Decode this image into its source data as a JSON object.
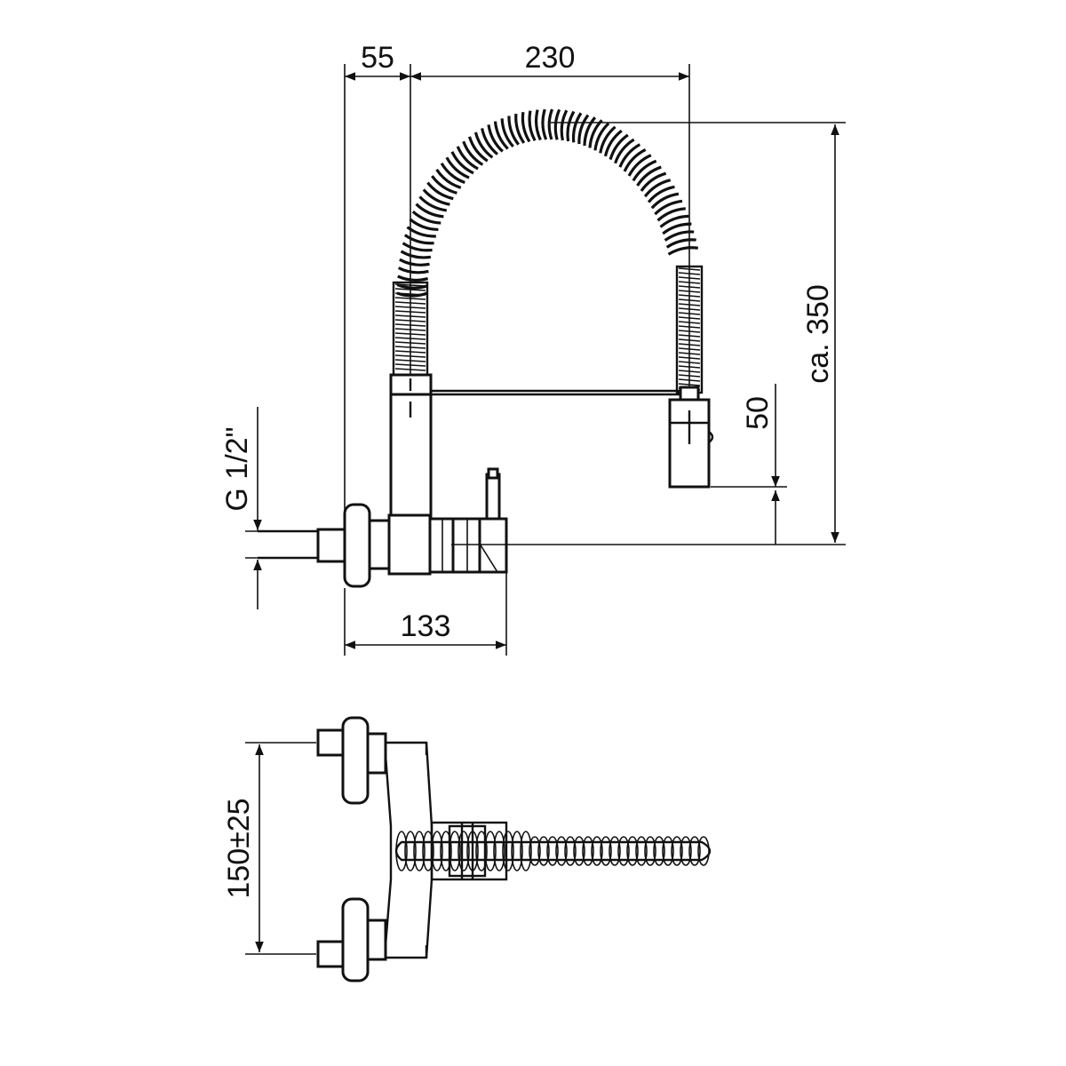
{
  "drawing": {
    "dimensions": {
      "d55": "55",
      "d230": "230",
      "d350": "ca. 350",
      "d50": "50",
      "thread": "G 1/2\"",
      "d133": "133",
      "d150": "150±25"
    }
  }
}
